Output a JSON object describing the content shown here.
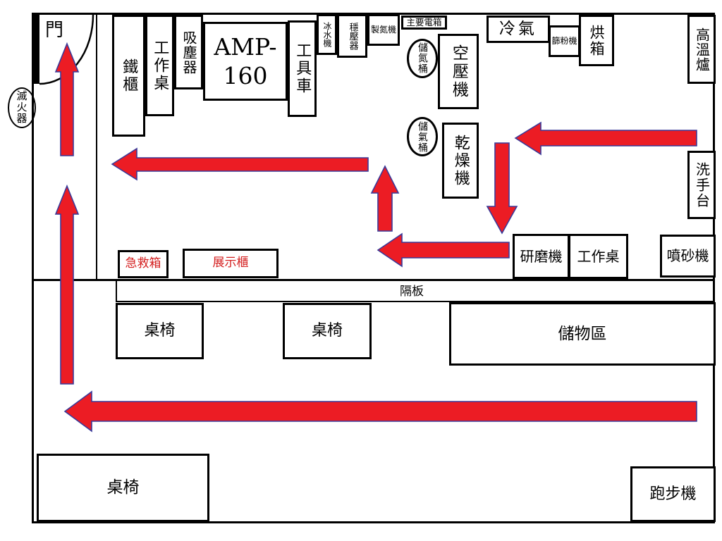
{
  "labels": {
    "door": "門",
    "fire_extinguisher": "滅火器",
    "iron_cabinet": "鐵櫃",
    "work_table_top": "工作桌",
    "vacuum_cleaner": "吸塵器",
    "amp_160": "AMP-160",
    "tool_cart": "工具車",
    "ice_water_machine": "冰水機",
    "voltage_stabilizer": "穩壓器",
    "nitrogen_generator": "製氮機",
    "main_electrical_box": "主要電箱",
    "nitrogen_storage_tank": "儲氮桶",
    "air_compressor": "空壓機",
    "air_conditioner": "冷氣",
    "powder_sieving_machine": "篩粉機",
    "drying_oven": "烘箱",
    "high_temperature_furnace": "高溫爐",
    "gas_storage_tank": "儲氣桶",
    "dryer": "乾燥機",
    "wash_basin": "洗手台",
    "grinding_machine": "研磨機",
    "work_table_right": "工作桌",
    "sandblasting_machine": "噴砂機",
    "first_aid_kit": "急救箱",
    "display_cabinet": "展示櫃",
    "partition": "隔板",
    "table_chairs_left": "桌椅",
    "table_chairs_middle": "桌椅",
    "storage_area": "儲物區",
    "table_chairs_bottom": "桌椅",
    "treadmill": "跑步機"
  },
  "colors": {
    "arrow_fill": "#ec1c24",
    "arrow_outline": "#3a3a99",
    "wall": "#000000",
    "alert_text": "#d42020",
    "background": "#ffffff"
  }
}
